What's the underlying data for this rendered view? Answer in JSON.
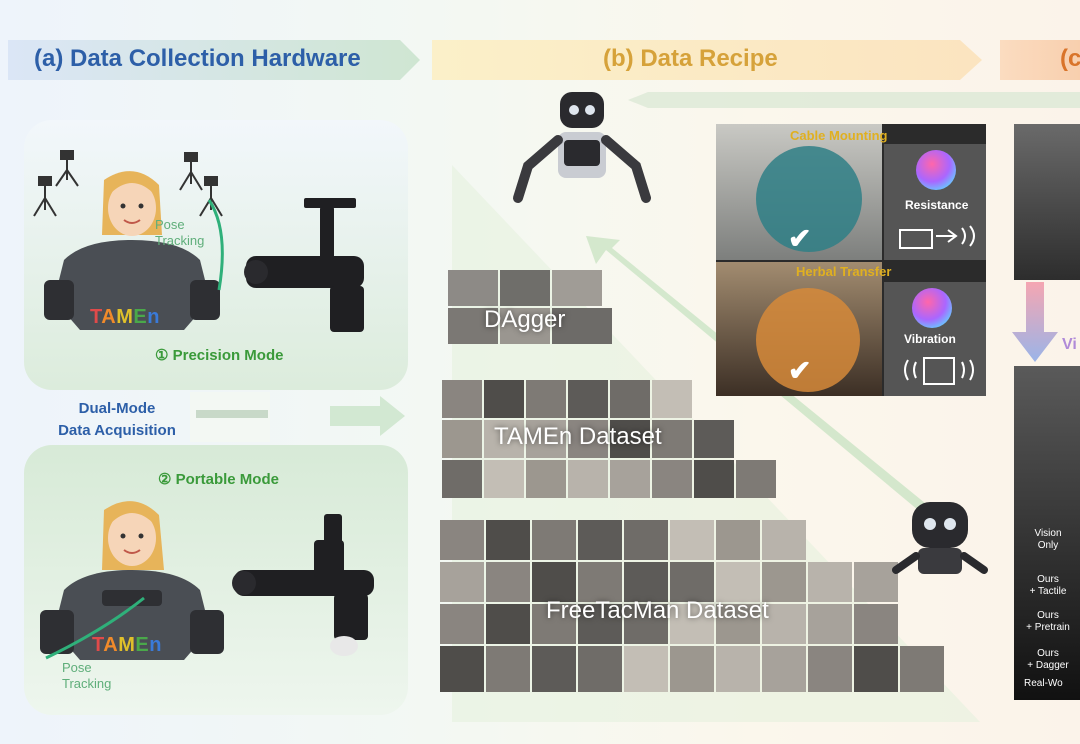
{
  "headers": {
    "a": "(a) Data Collection Hardware",
    "b": "(b) Data Recipe",
    "c": "(c"
  },
  "hardware": {
    "pose_tracking_top": [
      "Pose",
      "Tracking"
    ],
    "pose_tracking_bottom": [
      "Pose",
      "Tracking"
    ],
    "tamen_logo": [
      "T",
      "A",
      "M",
      "E",
      "n"
    ],
    "precision_mode": "① Precision Mode",
    "portable_mode": "② Portable Mode",
    "dual_mode": [
      "Dual-Mode",
      "Data Acquisition"
    ]
  },
  "recipe": {
    "dagger": "DAgger",
    "tamen_dataset": "TAMEn Dataset",
    "freetacman_dataset": "FreeTacMan Dataset",
    "cable_mounting": "Cable Mounting",
    "resistance": "Resistance",
    "herbal_transfer": "Herbal Transfer",
    "vibration": "Vibration"
  },
  "right": {
    "vi": "Vi",
    "vision_only": [
      "Vision",
      "Only"
    ],
    "ours_tactile": [
      "Ours",
      "+ Tactile"
    ],
    "ours_pretrain": [
      "Ours",
      "+ Pretrain"
    ],
    "ours_dagger": [
      "Ours",
      "+ Dagger"
    ],
    "real_world": "Real-Wo"
  },
  "colors": {
    "header_a": "#2d5fa8",
    "header_b": "#d6a23a",
    "header_c": "#d9742a",
    "green": "#3a9a3a"
  }
}
